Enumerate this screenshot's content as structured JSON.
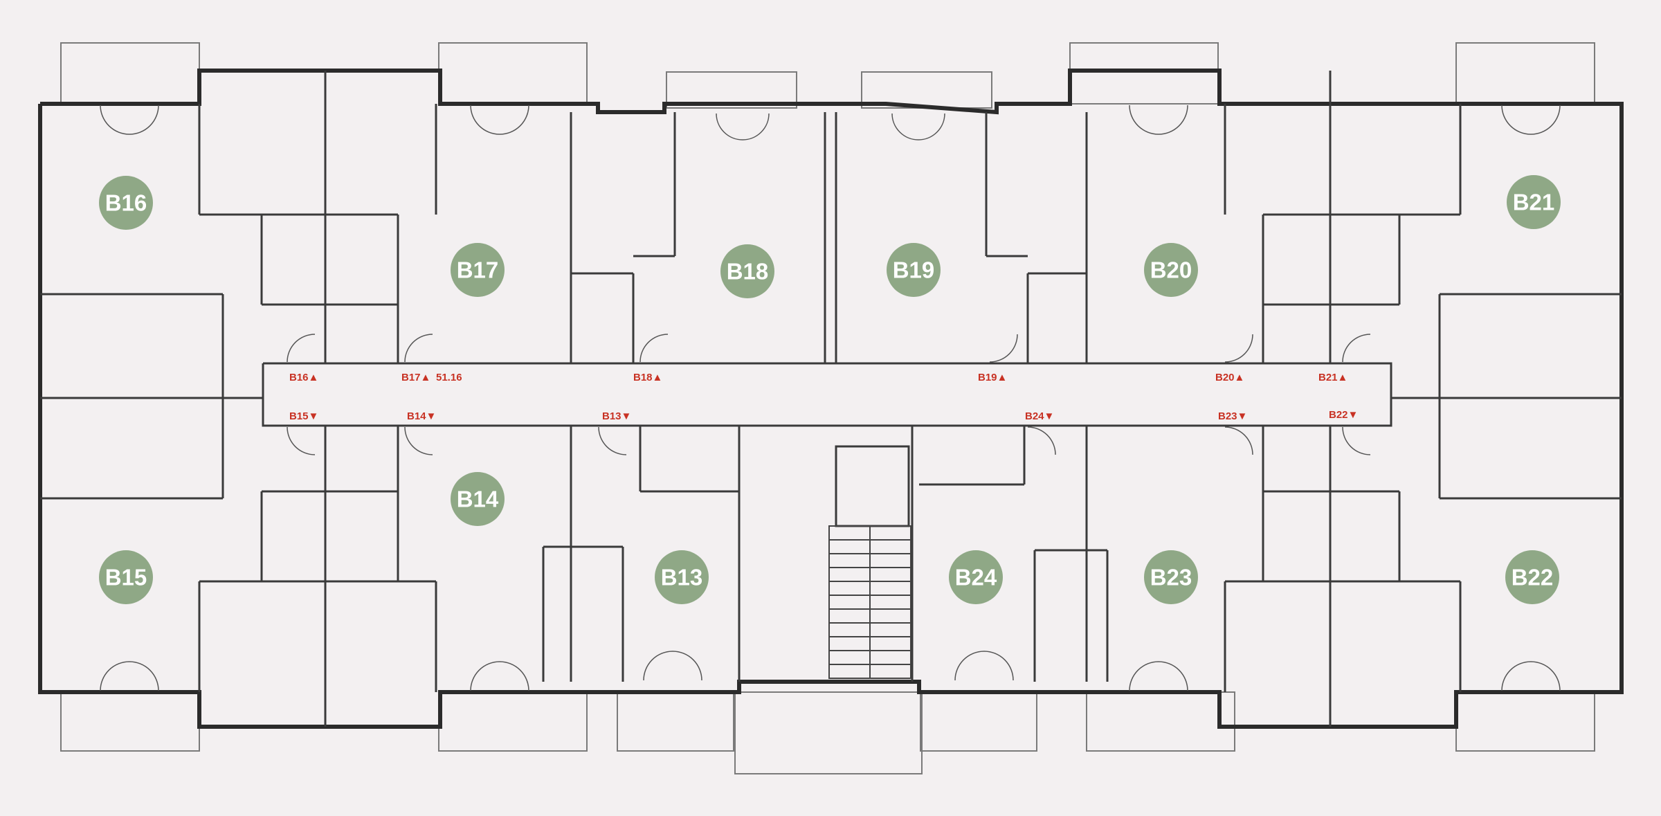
{
  "colors": {
    "background": "#f3f0f1",
    "unit_badge": "#8fa886",
    "entry_label": "#c83224",
    "wall": "#2b2b2b"
  },
  "units": {
    "b13": "B13",
    "b14": "B14",
    "b15": "B15",
    "b16": "B16",
    "b17": "B17",
    "b18": "B18",
    "b19": "B19",
    "b20": "B20",
    "b21": "B21",
    "b22": "B22",
    "b23": "B23",
    "b24": "B24"
  },
  "entries": {
    "b16": "B16▲",
    "b17": "B17▲",
    "elevation": "51.16",
    "b18": "B18▲",
    "b19": "B19▲",
    "b20": "B20▲",
    "b21": "B21▲",
    "b15": "B15▼",
    "b14": "B14▼",
    "b13": "B13▼",
    "b24": "B24▼",
    "b23": "B23▼",
    "b22": "B22▼"
  }
}
